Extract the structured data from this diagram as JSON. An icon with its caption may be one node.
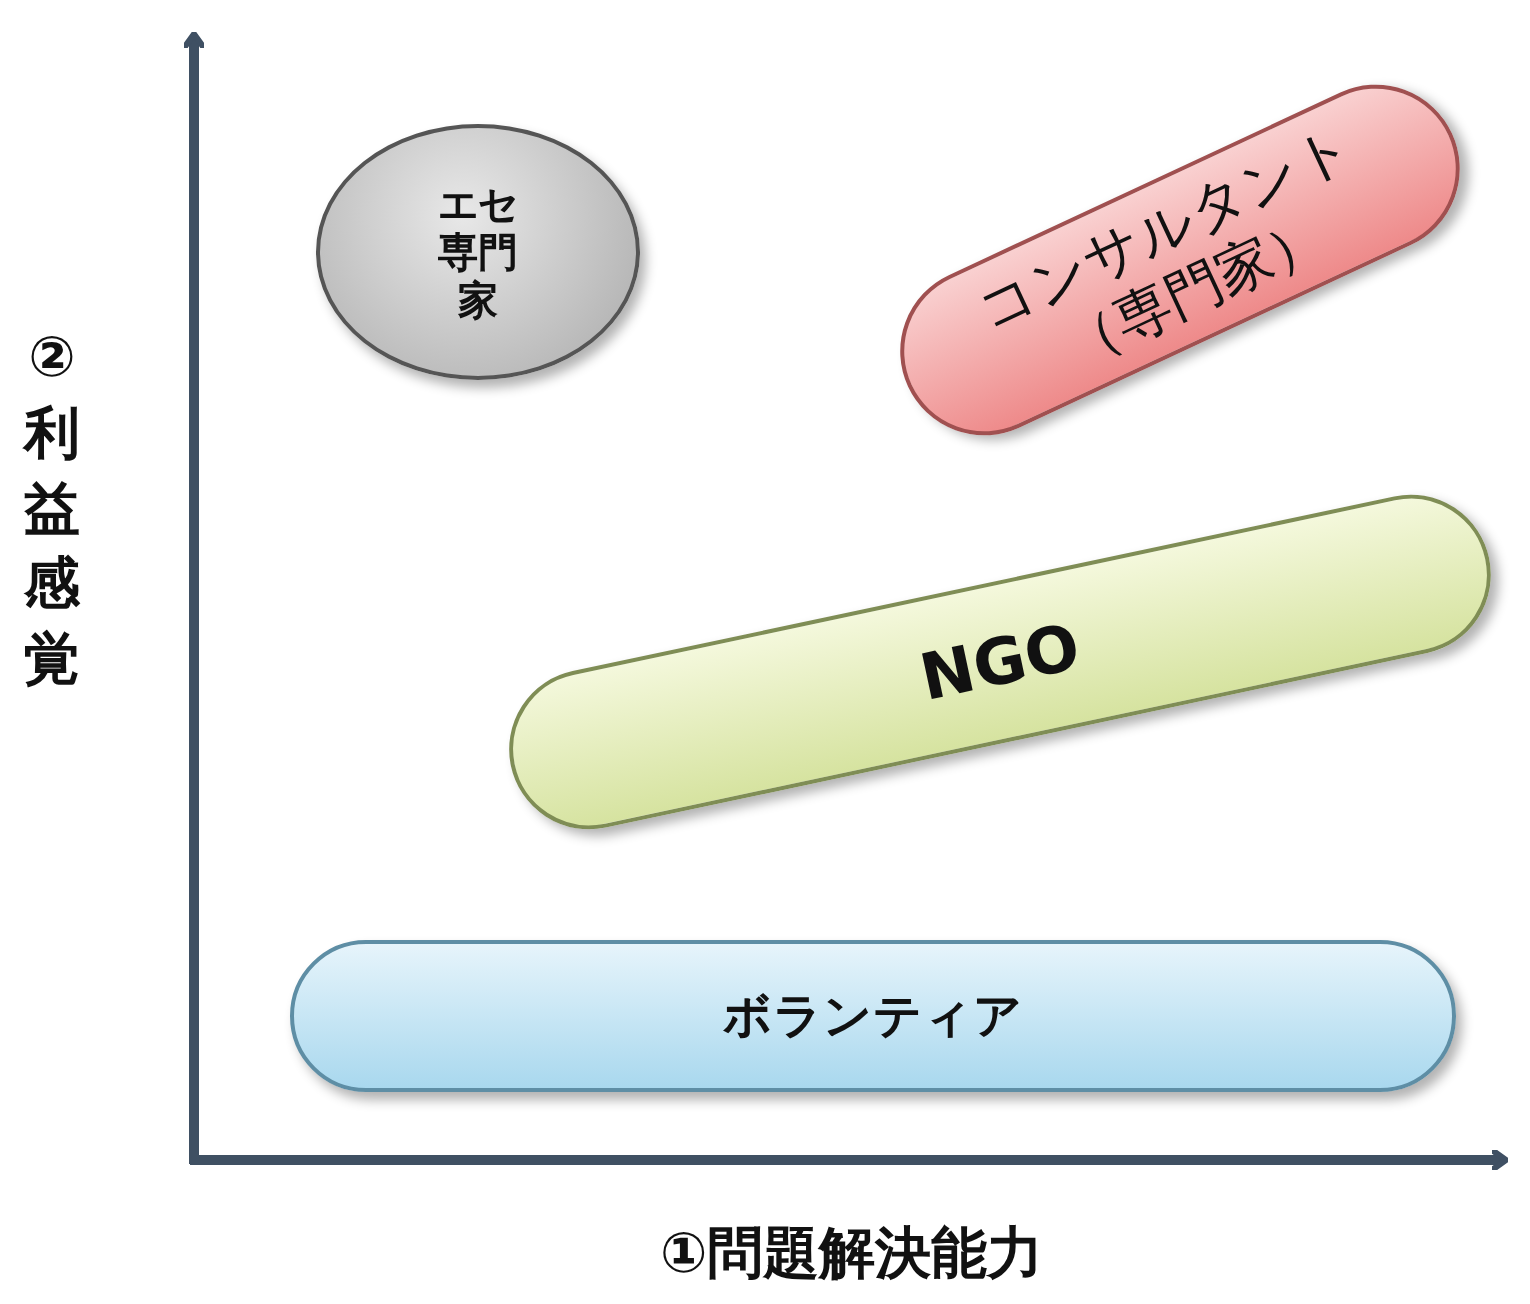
{
  "diagram": {
    "nodes": [
      {
        "text": [
          "エセ専門家"
        ]
      },
      {
        "text": [
          "コンサルタント（専門家）"
        ]
      },
      {
        "text": [
          "NGO"
        ]
      },
      {
        "text": [
          "ボランティア"
        ]
      }
    ],
    "labels": [
      "②利益感覚",
      "①問題解決能力"
    ]
  }
}
